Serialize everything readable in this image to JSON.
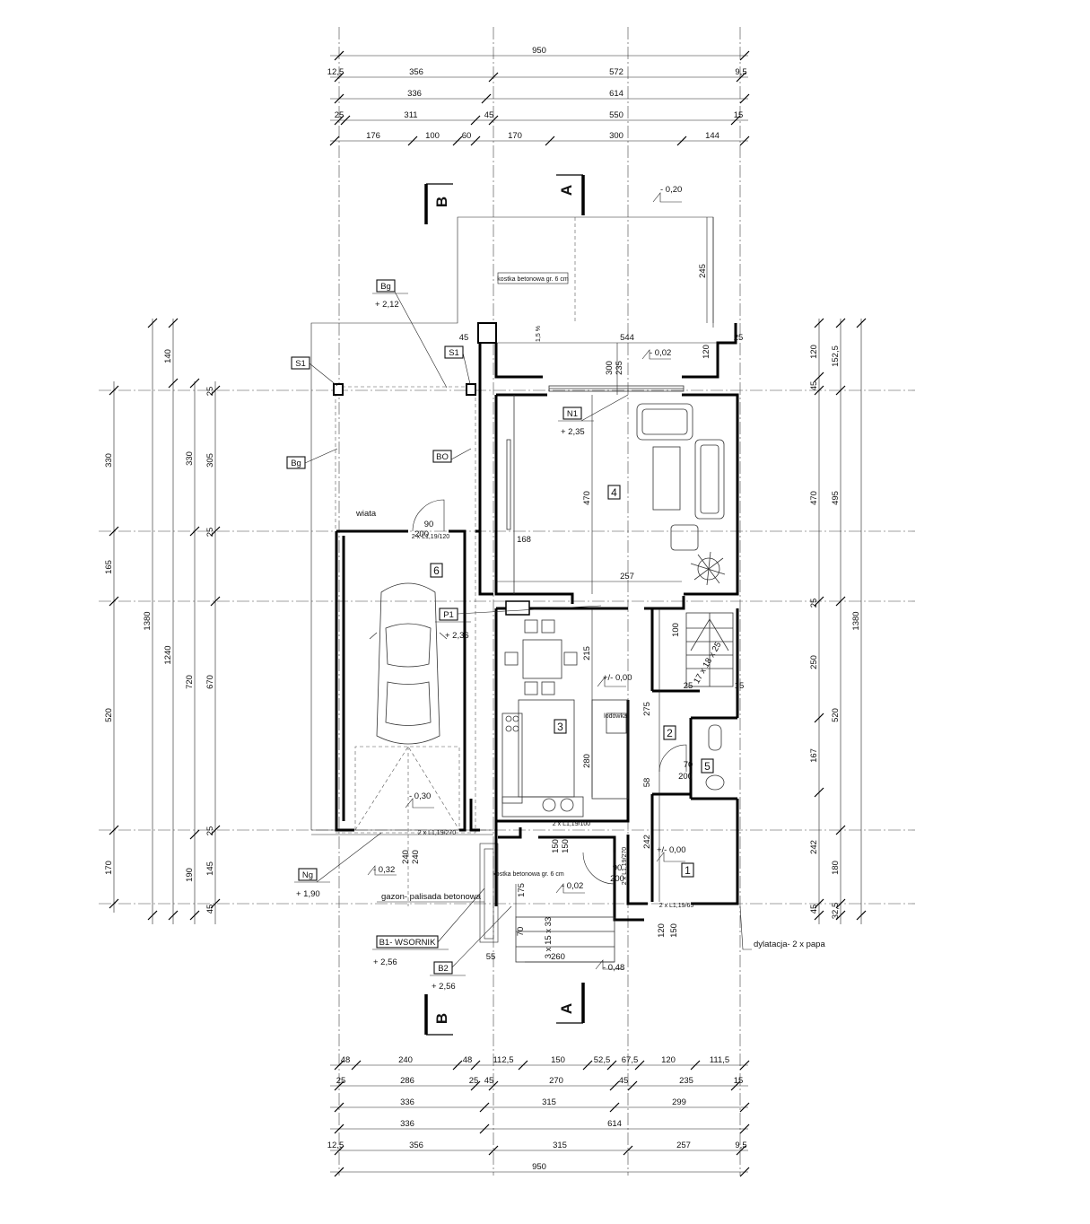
{
  "dim_top": [
    "950",
    "12,5",
    "356",
    "572",
    "9,5",
    "336",
    "614",
    "25",
    "311",
    "45",
    "550",
    "15",
    "176",
    "100",
    "60",
    "170",
    "300",
    "144"
  ],
  "dim_bottom": [
    "48",
    "240",
    "48",
    "112,5",
    "150",
    "52,5",
    "67,5",
    "120",
    "111,5",
    "25",
    "286",
    "25",
    "45",
    "270",
    "45",
    "235",
    "15",
    "336",
    "315",
    "299",
    "336",
    "614",
    "12,5",
    "356",
    "315",
    "257",
    "9,5",
    "950"
  ],
  "dim_left": [
    "140",
    "330",
    "165",
    "520",
    "170",
    "45",
    "1380",
    "1240",
    "330",
    "720",
    "190",
    "305",
    "25",
    "670",
    "25",
    "145",
    "25"
  ],
  "dim_right": [
    "120",
    "152,5",
    "45",
    "470",
    "495",
    "25",
    "250",
    "1380",
    "520",
    "167",
    "242",
    "180",
    "45",
    "32,5"
  ],
  "dim_inner": [
    "245",
    "45",
    "544",
    "120",
    "25",
    "300",
    "235",
    "470",
    "168",
    "257",
    "100",
    "215",
    "17 x 18 x 25",
    "25",
    "15",
    "275",
    "70",
    "200",
    "58",
    "280",
    "242",
    "150",
    "150",
    "240",
    "240",
    "175",
    "70",
    "3 x 15 x 33",
    "260",
    "55",
    "120",
    "150",
    "90",
    "200",
    "90",
    "200"
  ],
  "sections": {
    "a": "A",
    "b": "B"
  },
  "rooms": [
    "1",
    "2",
    "3",
    "4",
    "5",
    "6"
  ],
  "labels": {
    "bg": "Bg",
    "bg_level": "+ 2,12",
    "s1": "S1",
    "bo": "BO",
    "n1": "N1",
    "n1_level": "+ 2,35",
    "p1": "P1",
    "p1_level": "+ 2,36",
    "ng": "Ng",
    "ng_level": "+ 1,90",
    "b1": "B1- WSORNIK",
    "b1_level": "+ 2,56",
    "b2": "B2",
    "b2_level": "+ 2,56",
    "wiata": "wiata",
    "kostka1": "kostka betonowa gr. 6 cm",
    "kostka2": "kostka betonowa gr. 6 cm",
    "slope": "1,5 %",
    "lodowka": "lodówka",
    "gazon": "gazon- palisada betonowa",
    "dylatacja": "dylatacja- 2 x papa",
    "door_small_1": "2 x L1,19/270",
    "door_small_2": "2 x L1,19/100",
    "door_small_3": "2 x L1,19/65",
    "door_small_4": "2 x L1,19/120",
    "door_small_5": "2 x L1,19/270"
  },
  "levels": {
    "lv1": "- 0,20",
    "lv2": "- 0,02",
    "lv3": "+/- 0,00",
    "lv4": "+/- 0,00",
    "lv5": "- 0,30",
    "lv6": "- 0,32",
    "lv7": "- 0,02",
    "lv8": "- 0,48"
  }
}
